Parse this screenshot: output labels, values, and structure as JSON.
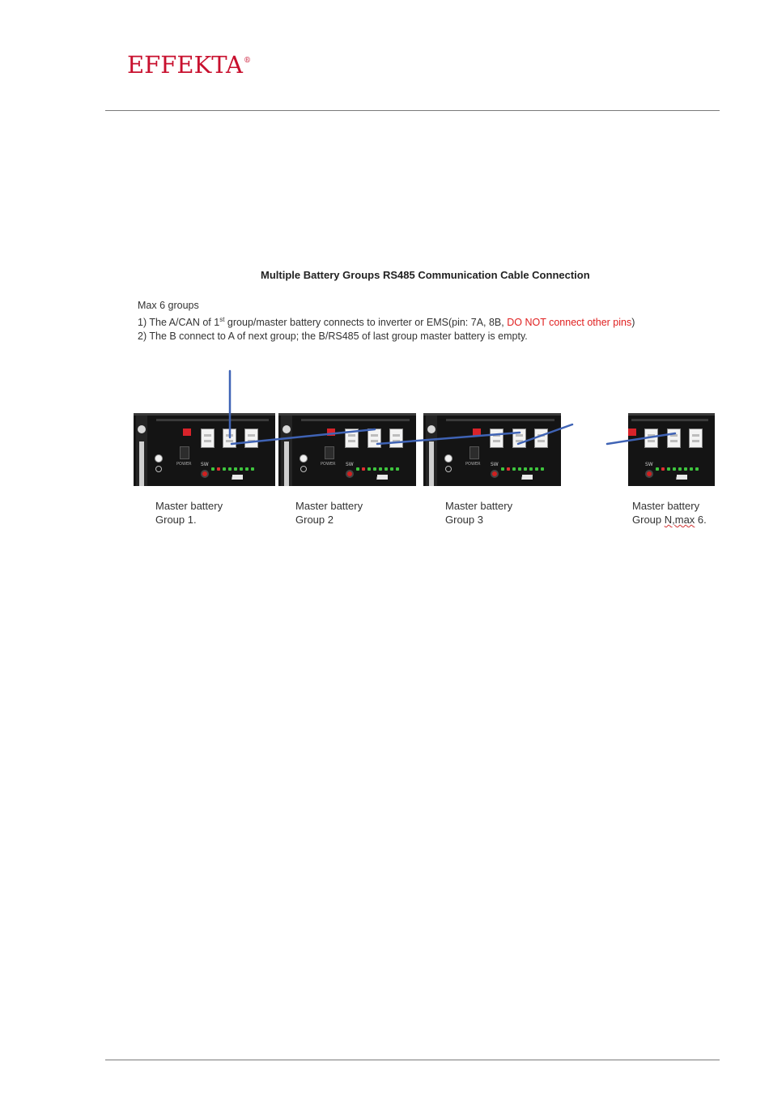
{
  "header": {
    "logo_text": "EFFEKTA",
    "logo_mark": "®"
  },
  "diagram": {
    "title": "Multiple Battery Groups RS485 Communication Cable Connection",
    "notes": {
      "line1": "Max 6 groups",
      "line2_prefix": "1) The A/CAN of 1",
      "line2_sup": "st",
      "line2_mid": " group/master battery connects to inverter or EMS(pin: 7A, 8B, ",
      "line2_warning": "DO NOT connect other pins",
      "line2_suffix": ")",
      "line3": "2) The B connect to A of next group; the B/RS485 of last group master battery is empty."
    },
    "panel_labels": {
      "power": "POWER",
      "sw": "SW"
    },
    "groups": [
      {
        "line1": "Master battery",
        "line2": "Group 1."
      },
      {
        "line1": "Master battery",
        "line2": "Group 2"
      },
      {
        "line1": "Master battery",
        "line2": "Group 3"
      },
      {
        "line1": "Master battery",
        "line2_prefix": "Group ",
        "line2_wavy": "N,max",
        "line2_suffix": " 6."
      }
    ],
    "colors": {
      "brand": "#c8102e",
      "warning": "#e02020",
      "cable": "#3f63b5",
      "panel": "#141414"
    }
  }
}
